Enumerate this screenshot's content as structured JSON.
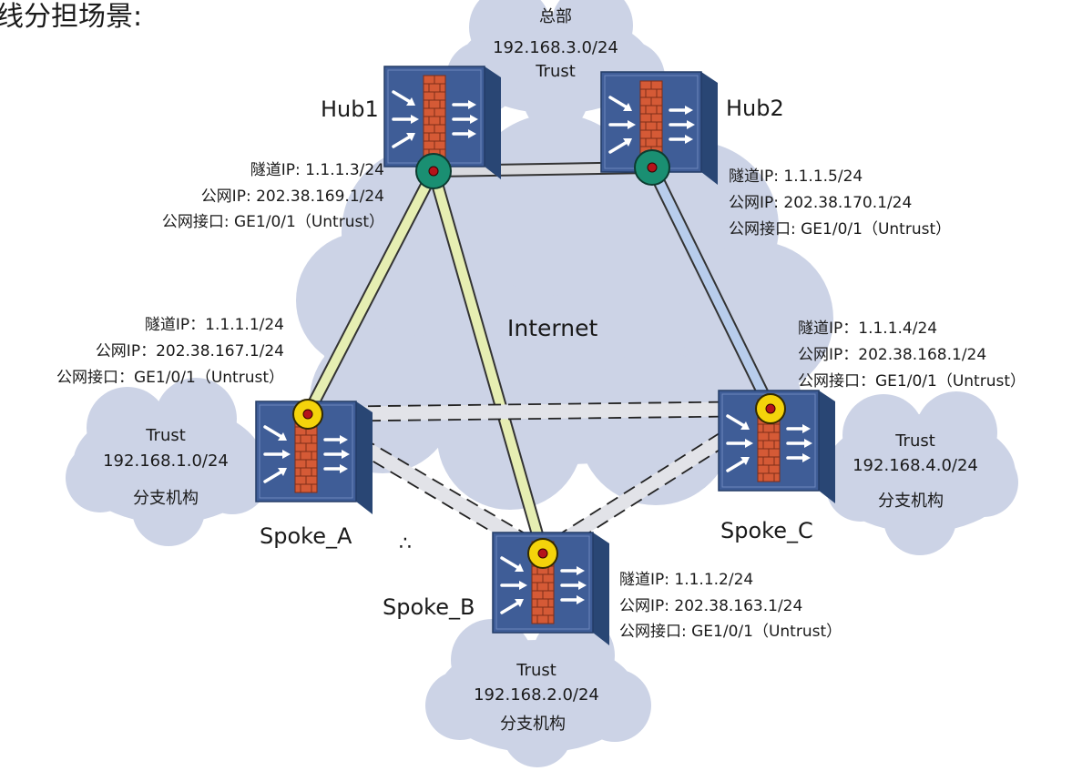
{
  "heading": "线分担场景:",
  "internet_label": "Internet",
  "ellipsis": "∴",
  "colors": {
    "cloud_fill": "#ccd3e6",
    "device_front": "#3f5d97",
    "device_side": "#294674",
    "device_top": "#6a86be",
    "brick": "#d55a36",
    "hub_node": "#1a8f72",
    "spoke_node": "#f4d30b",
    "link_hub1": "#e6eeb2",
    "link_hub2": "#b8cdec",
    "link_spoke": "#d9dadf"
  },
  "hq_cloud": {
    "title": "总部",
    "subnet": "192.168.3.0/24",
    "zone": "Trust"
  },
  "hub1": {
    "name": "Hub1",
    "tunnel_ip": "隧道IP: 1.1.1.3/24",
    "public_ip": "公网IP: 202.38.169.1/24",
    "public_if": "公网接口: GE1/0/1（Untrust）"
  },
  "hub2": {
    "name": "Hub2",
    "tunnel_ip": "隧道IP: 1.1.1.5/24",
    "public_ip": "公网IP: 202.38.170.1/24",
    "public_if": "公网接口: GE1/0/1（Untrust）"
  },
  "spoke_a": {
    "name": "Spoke_A",
    "tunnel_ip": "隧道IP：1.1.1.1/24",
    "public_ip": "公网IP：202.38.167.1/24",
    "public_if": "公网接口：GE1/0/1（Untrust）",
    "cloud": {
      "zone": "Trust",
      "subnet": "192.168.1.0/24",
      "label": "分支机构"
    }
  },
  "spoke_b": {
    "name": "Spoke_B",
    "tunnel_ip": "隧道IP: 1.1.1.2/24",
    "public_ip": "公网IP: 202.38.163.1/24",
    "public_if": "公网接口: GE1/0/1（Untrust）",
    "cloud": {
      "zone": "Trust",
      "subnet": "192.168.2.0/24",
      "label": "分支机构"
    }
  },
  "spoke_c": {
    "name": "Spoke_C",
    "tunnel_ip": "隧道IP：1.1.1.4/24",
    "public_ip": "公网IP：202.38.168.1/24",
    "public_if": "公网接口：GE1/0/1（Untrust）",
    "cloud": {
      "zone": "Trust",
      "subnet": "192.168.4.0/24",
      "label": "分支机构"
    }
  }
}
